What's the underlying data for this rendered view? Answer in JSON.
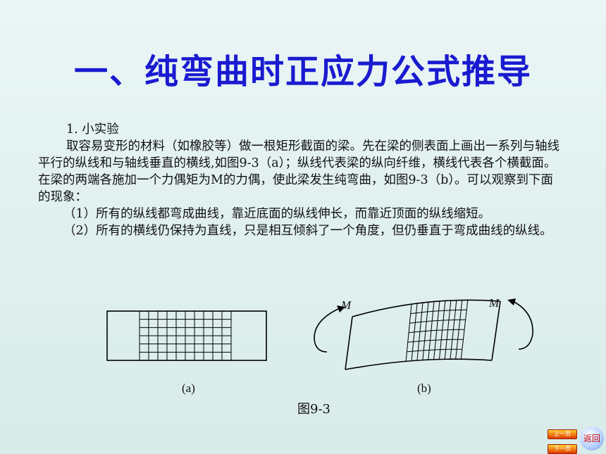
{
  "slide": {
    "title": "一、纯弯曲时正应力公式推导",
    "heading": "1. 小实验",
    "paragraph1": "取容易变形的材料（如橡胶等）做一根矩形截面的梁。先在梁的侧表面上画出一系列与轴线平行的纵线和与轴线垂直的横线,如图9-3（a）；纵线代表梁的纵向纤维，横线代表各个横截面。在梁的两端各施加一个力偶矩为M的力偶，使此梁发生纯弯曲，如图9-3（b）。可以观察到下面的现象：",
    "observation1": "（1）所有的纵线都弯成曲线，靠近底面的纵线伸长，而靠近顶面的纵线缩短。",
    "observation2": "（2）所有的横线仍保持为直线，只是相互倾斜了一个角度，但仍垂直于弯成曲线的纵线。"
  },
  "figure": {
    "label_a": "(a)",
    "label_b": "(b)",
    "moment_left": "M",
    "moment_right": "M",
    "caption": "图9-3"
  },
  "nav": {
    "prev_label": "上一页",
    "next_label": "下一页",
    "return_label": "返回"
  }
}
